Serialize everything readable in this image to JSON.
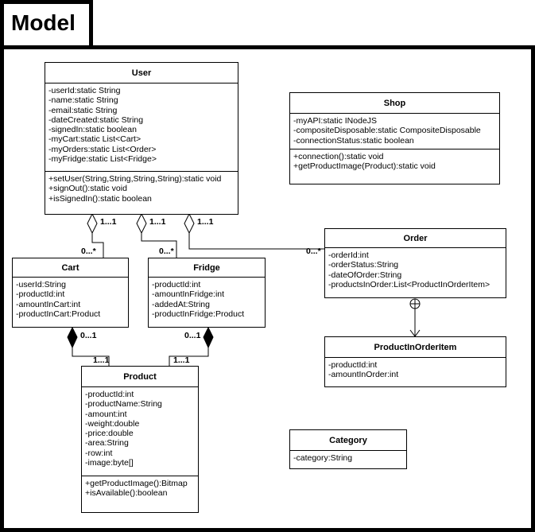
{
  "panel": {
    "title": "Model"
  },
  "classes": {
    "user": {
      "name": "User",
      "attributes": [
        "-userId:static String",
        "-name:static String",
        "-email:static String",
        "-dateCreated:static String",
        "-signedIn:static boolean",
        "-myCart:static List<Cart>",
        "-myOrders:static List<Order>",
        "-myFridge:static List<Fridge>"
      ],
      "methods": [
        "+setUser(String,String,String,String):static void",
        "+signOut():static void",
        "+isSignedIn():static boolean"
      ]
    },
    "shop": {
      "name": "Shop",
      "attributes": [
        "-myAPI:static INodeJS",
        "-compositeDisposable:static CompositeDisposable",
        "-connectionStatus:static boolean"
      ],
      "methods": [
        "+connection():static void",
        "+getProductImage(Product):static void"
      ]
    },
    "cart": {
      "name": "Cart",
      "attributes": [
        "-userId:String",
        "-productId:int",
        "-amountInCart:int",
        "-productInCart:Product"
      ]
    },
    "fridge": {
      "name": "Fridge",
      "attributes": [
        "-productId:int",
        "-amountInFridge:int",
        "-addedAt:String",
        "-productInFridge:Product"
      ]
    },
    "order": {
      "name": "Order",
      "attributes": [
        "-orderId:int",
        "-orderStatus:String",
        "-dateOfOrder:String",
        "-productsInOrder:List<ProductInOrderItem>"
      ]
    },
    "productInOrderItem": {
      "name": "ProductInOrderItem",
      "attributes": [
        "-productId:int",
        "-amountInOrder:int"
      ]
    },
    "product": {
      "name": "Product",
      "attributes": [
        "-productId:int",
        "-productName:String",
        "-amount:int",
        "-weight:double",
        "-price:double",
        "-area:String",
        "-row:int",
        "-image:byte[]"
      ],
      "methods": [
        "+getProductImage():Bitmap",
        "+isAvailable():boolean"
      ]
    },
    "category": {
      "name": "Category",
      "attributes": [
        "-category:String"
      ]
    }
  },
  "associations": {
    "user_cart": {
      "source_mult": "1...1",
      "target_mult": "0...*"
    },
    "user_fridge": {
      "source_mult": "1...1",
      "target_mult": "0...*"
    },
    "user_order": {
      "source_mult": "1...1",
      "target_mult": "0...*"
    },
    "cart_product": {
      "source_mult": "0...1",
      "target_mult": "1...1"
    },
    "fridge_product": {
      "source_mult": "0...1",
      "target_mult": "1...1"
    }
  }
}
